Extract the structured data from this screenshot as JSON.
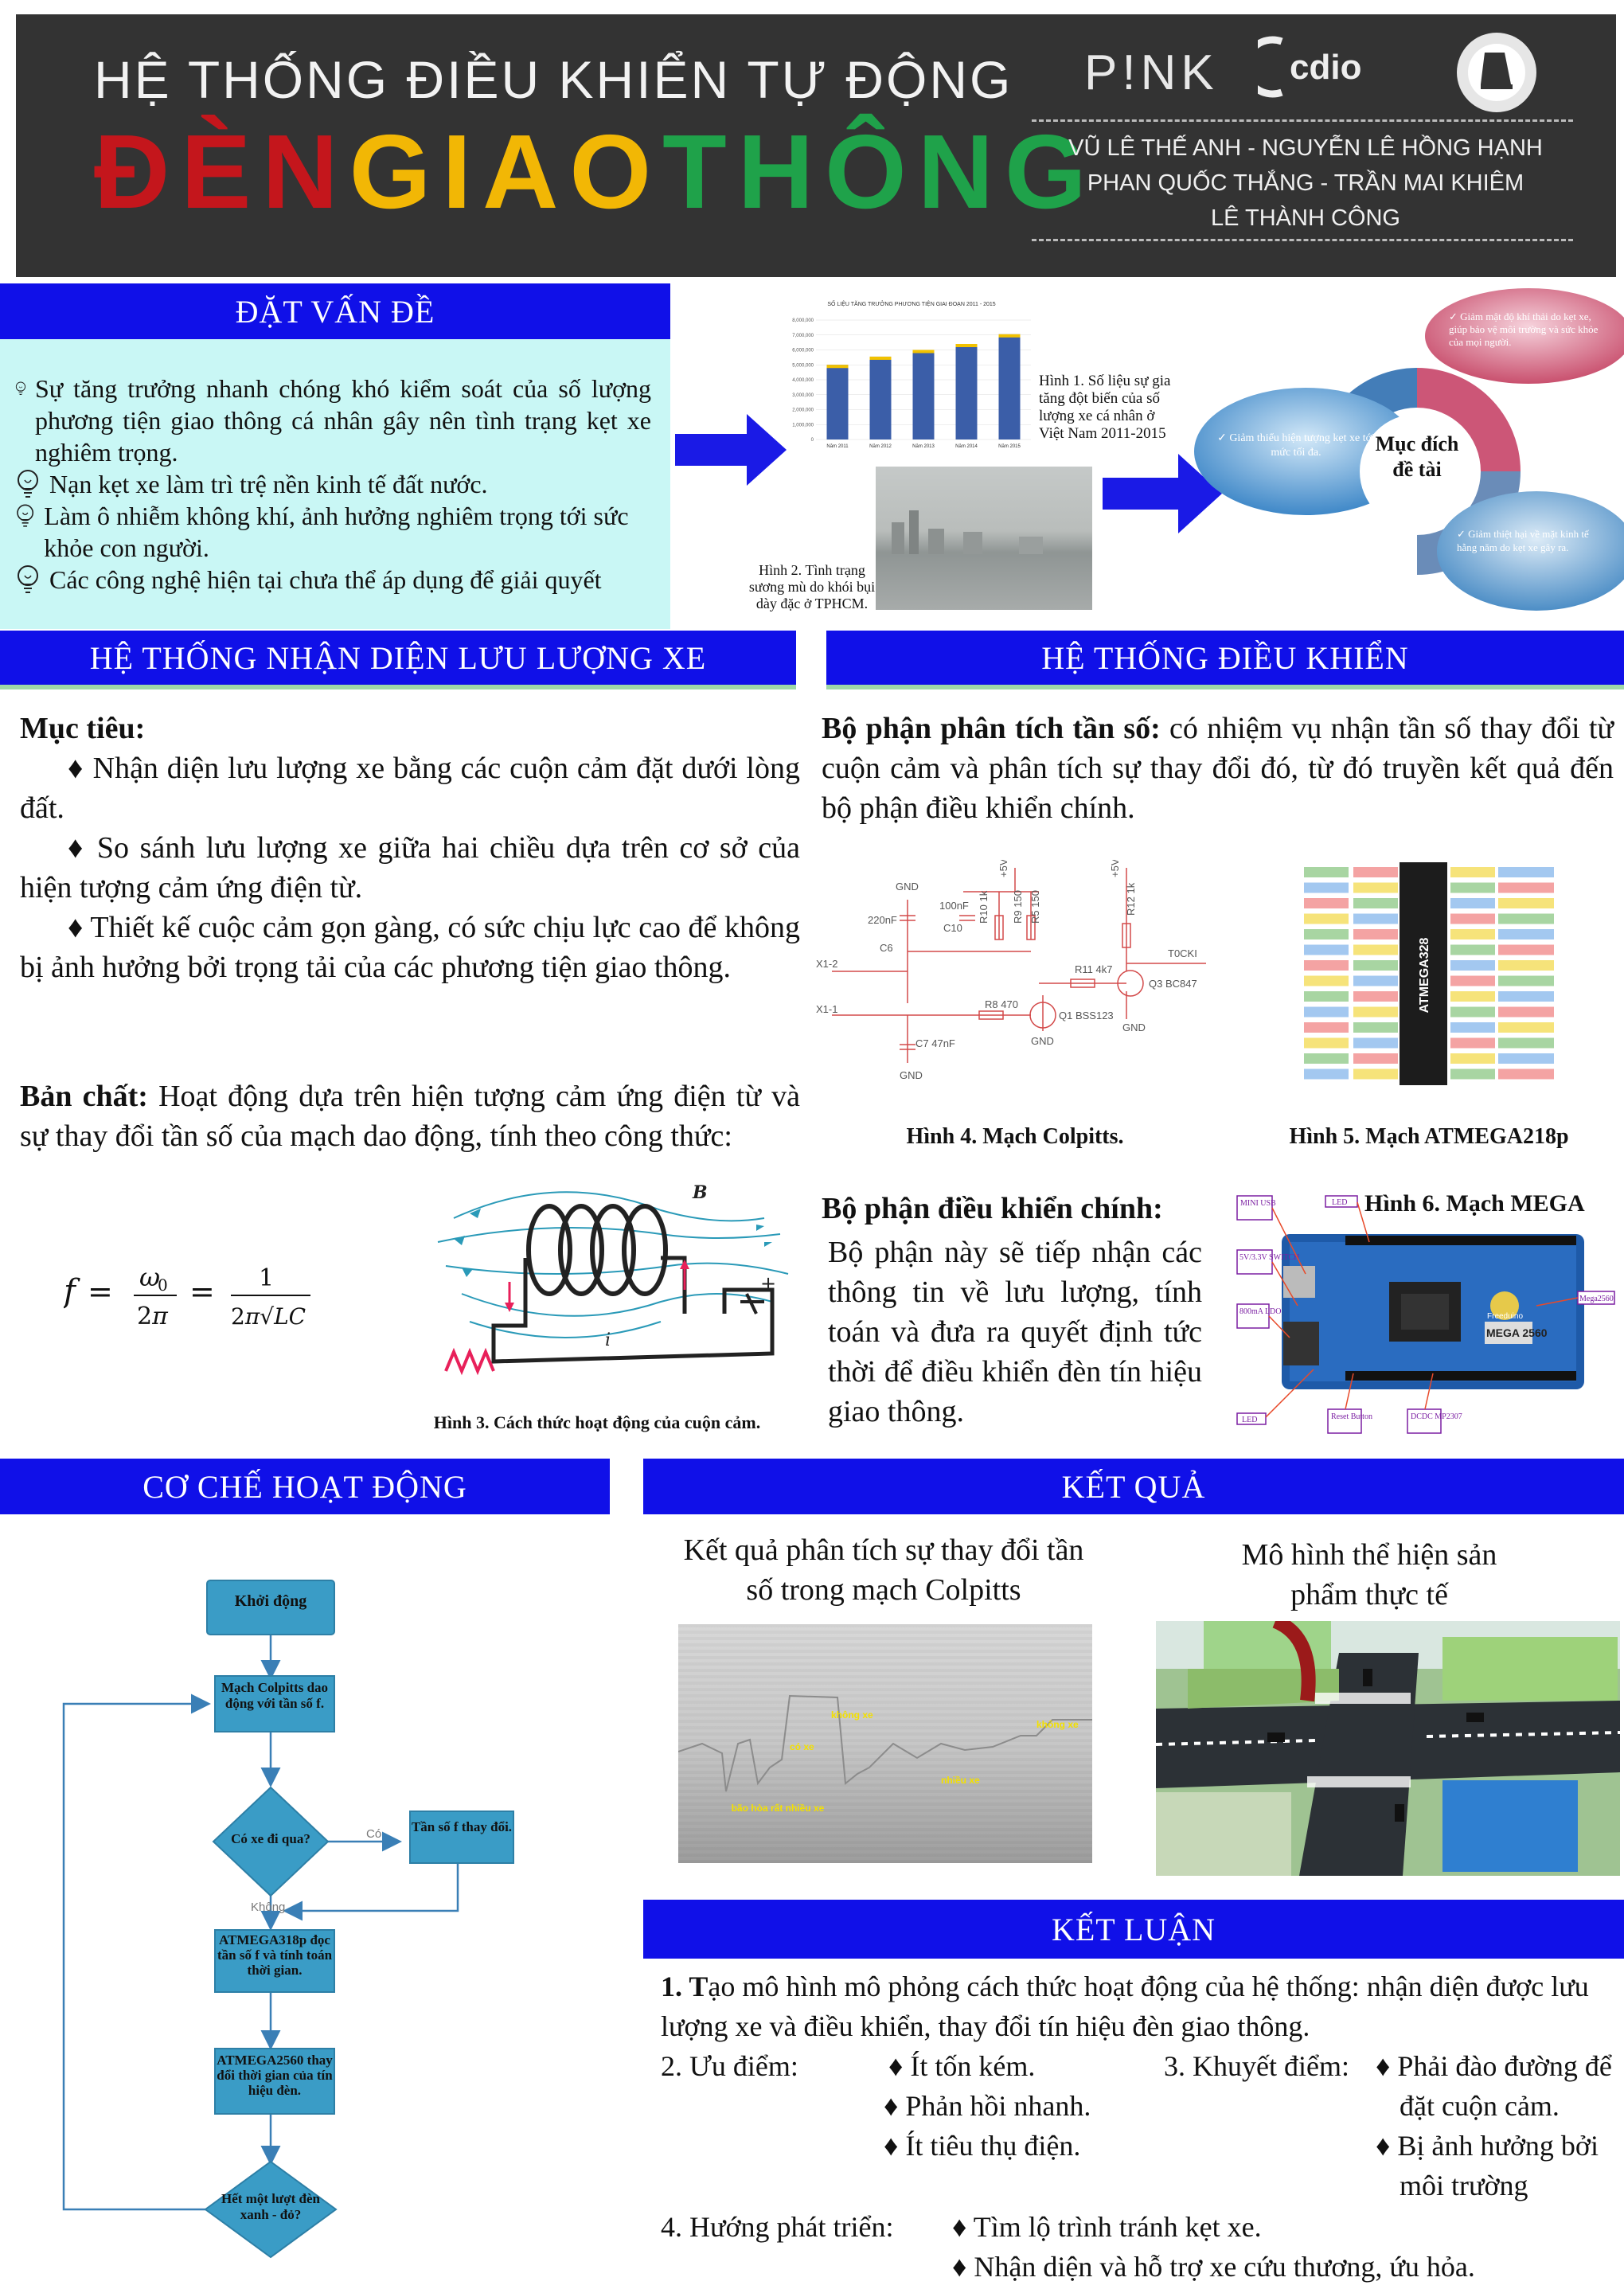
{
  "header": {
    "title_line1": "HỆ THỐNG ĐIỀU KHIỂN TỰ ĐỘNG",
    "title_line2_letters": [
      {
        "ch": "Đ",
        "color": "#c4161c"
      },
      {
        "ch": "È",
        "color": "#c4161c"
      },
      {
        "ch": "N",
        "color": "#c4161c"
      },
      {
        "ch": "G",
        "color": "#f2b705"
      },
      {
        "ch": "I",
        "color": "#f2b705"
      },
      {
        "ch": "A",
        "color": "#f2b705"
      },
      {
        "ch": "O",
        "color": "#f2b705"
      },
      {
        "ch": "T",
        "color": "#1fa24a"
      },
      {
        "ch": "H",
        "color": "#1fa24a"
      },
      {
        "ch": "Ô",
        "color": "#1fa24a"
      },
      {
        "ch": "N",
        "color": "#1fa24a"
      },
      {
        "ch": "G",
        "color": "#1fa24a"
      }
    ],
    "logo_pink": "P!NK",
    "logo_cdio": "cdio",
    "authors": [
      "VŨ LÊ THẾ ANH - NGUYỄN LÊ HỒNG HẠNH",
      "PHAN QUỐC THẮNG - TRẦN MAI KHIÊM",
      "LÊ THÀNH CÔNG"
    ]
  },
  "problem": {
    "title": "ĐẶT VẤN ĐỀ",
    "items": [
      "Sự tăng trưởng nhanh chóng khó kiểm soát của số lượng phương tiện giao thông cá nhân gây nên tình trạng kẹt xe nghiêm trọng.",
      "Nạn kẹt xe làm trì trệ nền kinh tế đất nước.",
      "Làm ô nhiễm không khí, ảnh hưởng nghiêm trọng tới sức khỏe con người.",
      "Các công nghệ hiện tại chưa thể áp dụng để giải quyết"
    ],
    "fig1_caption": "Hình 1. Số liệu sự gia tăng đột biến của số lượng xe cá nhân ở Việt Nam 2011-2015",
    "fig1_title": "SỐ LIỆU TĂNG TRƯỞNG PHƯƠNG TIỆN GIAI ĐOẠN 2011 - 2015",
    "fig2_caption": "Hình 2. Tình trạng sương mù do khói bụi dày đặc ở TPHCM.",
    "purpose_center": "Mục đích đề tài",
    "purpose_items": [
      "Giảm mật độ khí thải do kẹt xe, giúp bảo vệ môi trường và sức khỏe của mọi người.",
      "Giảm thiểu hiện tượng kẹt xe tới mức tối đa.",
      "Giảm thiệt hại về mặt kinh tế hằng năm do kẹt xe gây ra."
    ]
  },
  "chart_data": {
    "type": "bar",
    "title": "SỐ LIỆU TĂNG TRƯỞNG PHƯƠNG TIỆN GIAI ĐOẠN 2011 - 2015",
    "categories": [
      "Năm 2011",
      "Năm 2012",
      "Năm 2013",
      "Năm 2014",
      "Năm 2015"
    ],
    "values": [
      5000000,
      5550000,
      6000000,
      6400000,
      7050000
    ],
    "ylim": [
      0,
      8000000
    ],
    "yticks": [
      "0",
      "1,000,000",
      "2,000,000",
      "3,000,000",
      "4,000,000",
      "5,000,000",
      "6,000,000",
      "7,000,000",
      "8,000,000"
    ],
    "colors": {
      "bar": "#3b5ea8",
      "top": "#f2c200"
    }
  },
  "recognition": {
    "title": "HỆ THỐNG NHẬN DIỆN LƯU LƯỢNG XE",
    "goal_label": "Mục tiêu:",
    "goals": [
      "♦ Nhận diện lưu lượng xe bằng các cuộn cảm đặt dưới lòng đất.",
      "♦ So sánh lưu lượng xe giữa hai chiều dựa trên cơ sở của hiện tượng cảm ứng điện từ.",
      "♦ Thiết kế cuộc cảm gọn gàng, có sức chịu lực cao để không bị ảnh hưởng bởi trọng tải của các phương tiện giao thông."
    ],
    "nature_label": "Bản chất:",
    "nature_text": " Hoạt động dựa trên hiện tượng cảm ứng điện từ và sự thay đổi tần số của mạch dao động, tính theo công thức:",
    "formula": "f = ω₀/2π = 1/2π√LC",
    "fig3_caption": "Hình 3. Cách thức hoạt động của cuộn cảm."
  },
  "control": {
    "title": "HỆ THỐNG ĐIỀU KHIỂN",
    "analyzer_label": "Bộ phận phân tích tần số:",
    "analyzer_text": " có nhiệm vụ nhận tần số thay đổi từ cuộn cảm và phân tích sự thay đổi đó, từ đó truyền kết quả đến bộ phận điều khiển chính.",
    "fig4_caption": "Hình 4. Mạch Colpitts.",
    "fig5_caption": "Hình 5. Mạch ATMEGA218p",
    "main_label": "Bộ phận điều khiển chính:",
    "main_text": "Bộ phận này sẽ tiếp nhận các thông tin về lưu lượng, tính toán và đưa ra quyết định tức thời để điều khiển đèn tín hiệu giao thông.",
    "fig6_caption": "Hình 6. Mạch MEGA",
    "chip_label": "ATMEGA328",
    "board_labels": [
      "MINI USB",
      "LED",
      "5V/3.3V SWITCH",
      "800mA LDO",
      "LED",
      "Reset Button",
      "DCDC MP2307",
      "Mega2560",
      "MEGA 2560",
      "Freeduino"
    ],
    "circuit_labels": [
      "GND",
      "+5V",
      "+5V",
      "100nF",
      "C10",
      "220nF",
      "C6",
      "R10 1k",
      "R9 150",
      "R5 150",
      "R12 1k",
      "R11 4k7",
      "Q3 BC847",
      "T0CKI",
      "X1-2",
      "X1-1",
      "R8 470",
      "Q1 BSS123",
      "GND",
      "GND",
      "C7 47nF",
      "GND"
    ]
  },
  "mechanism": {
    "title": "CƠ CHẾ HOẠT ĐỘNG",
    "start": "Khởi động",
    "step1": "Mạch Colpitts dao động với tần số f.",
    "decision": "Có xe đi qua?",
    "yes": "Có",
    "no": "Không",
    "freq_change": "Tần số f thay đổi.",
    "step2": "ATMEGA318p đọc tần số f và tính toán thời gian.",
    "step3": "ATMEGA2560 thay đổi thời gian của tín hiệu đèn.",
    "end": "Hết một lượt đèn xanh - đỏ?"
  },
  "results": {
    "title": "KẾT QUẢ",
    "left_title": "Kết quả phân tích sự thay đổi tần số trong mạch Colpitts",
    "right_title": "Mô hình thể hiện sản phẩm thực tế",
    "scope_labels": [
      "không xe",
      "có xe",
      "không xe",
      "nhiều xe",
      "bão hòa rất nhiều xe"
    ]
  },
  "conclusion": {
    "title": "KẾT LUẬN",
    "p1_num": "1. T",
    "p1_text": "ạo mô hình mô phỏng cách thức hoạt động của hệ thống: nhận diện được lưu lượng xe và điều khiển, thay đổi tín hiệu đèn giao thông.",
    "adv_label": "2. Ưu điểm:",
    "adv": [
      "♦ Ít tốn kém.",
      "♦ Phản hồi nhanh.",
      "♦ Ít tiêu thụ điện."
    ],
    "dis_label": "3. Khuyết điểm:",
    "dis": [
      "♦ Phải đào đường để đặt cuộn cảm.",
      "♦ Bị ảnh hưởng bởi môi trường"
    ],
    "dev_label": "4. Hướng phát triển:",
    "dev": [
      "♦ Tìm lộ trình tránh kẹt xe.",
      "♦ Nhận diện và hỗ trợ xe cứu thương, ứu hỏa."
    ]
  }
}
